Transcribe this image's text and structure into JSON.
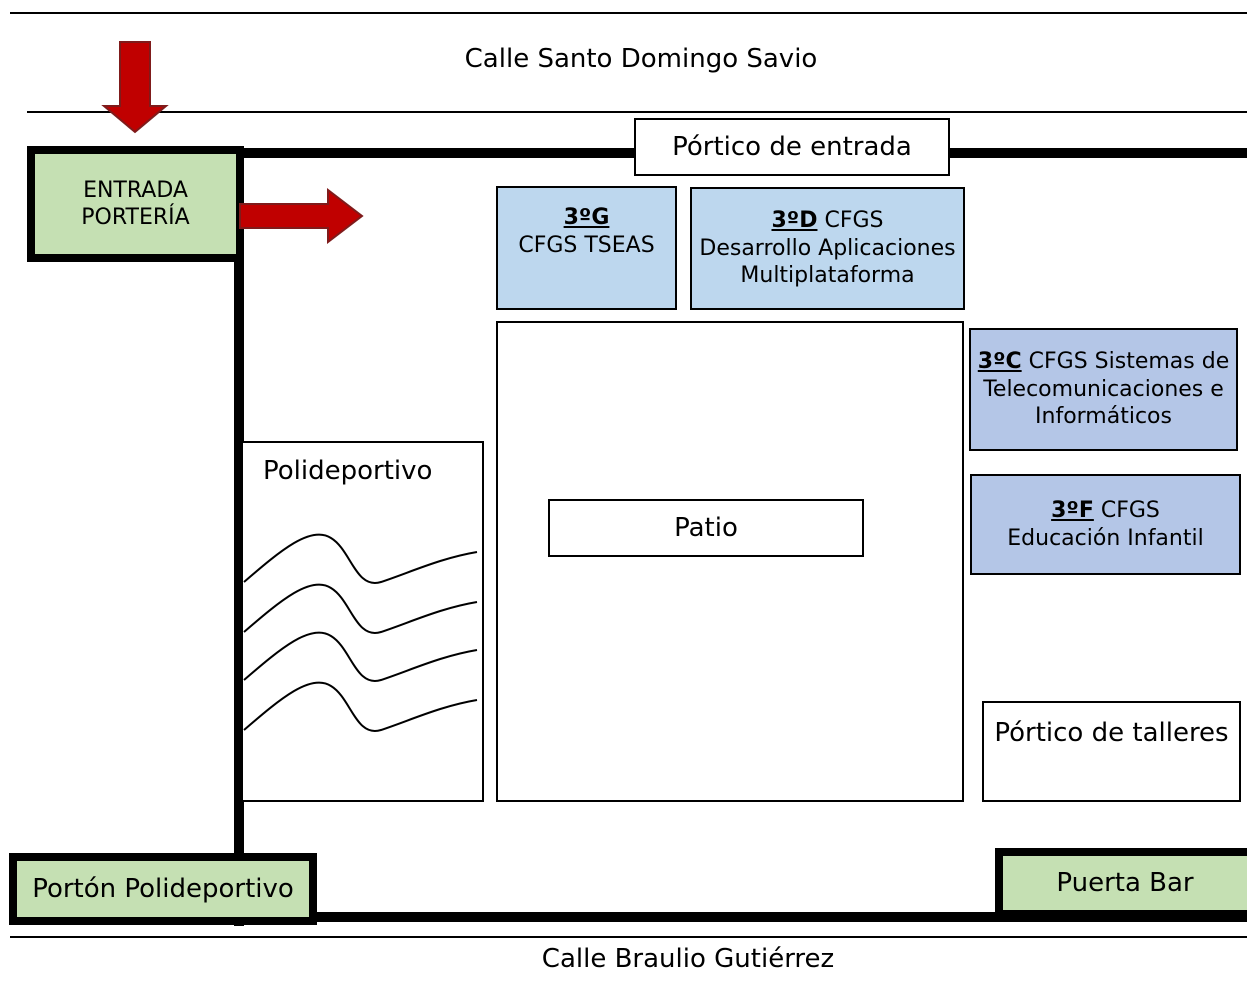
{
  "streets": {
    "top": "Calle Santo Domingo Savio",
    "bottom": "Calle Braulio Gutiérrez"
  },
  "entrance": {
    "line1": "ENTRADA",
    "line2": "PORTERÍA"
  },
  "portico_entrada": "Pórtico de entrada",
  "rooms": {
    "g": {
      "code": "3ºG",
      "line1": "CFGS TSEAS"
    },
    "d": {
      "code": "3ºD",
      "suffix": " CFGS",
      "line2": "Desarrollo Aplicaciones",
      "line3": "Multiplataforma"
    },
    "c": {
      "code": "3ºC",
      "suffix": " CFGS Sistemas de",
      "line2": "Telecomunicaciones e",
      "line3": "Informáticos"
    },
    "f": {
      "code": "3ºF",
      "suffix": " CFGS",
      "line2": "Educación Infantil"
    }
  },
  "polideportivo": "Polideportivo",
  "patio": "Patio",
  "portico_talleres": "Pórtico de talleres",
  "porton_polideportivo": "Portón Polideportivo",
  "puerta_bar": "Puerta Bar",
  "colors": {
    "green": "#c5e0b3",
    "blue_light": "#bdd7ee",
    "blue": "#b4c6e7",
    "arrow_red": "#c00000"
  },
  "icons": {
    "arrow_down": "arrow-down-icon",
    "arrow_right": "arrow-right-icon"
  }
}
